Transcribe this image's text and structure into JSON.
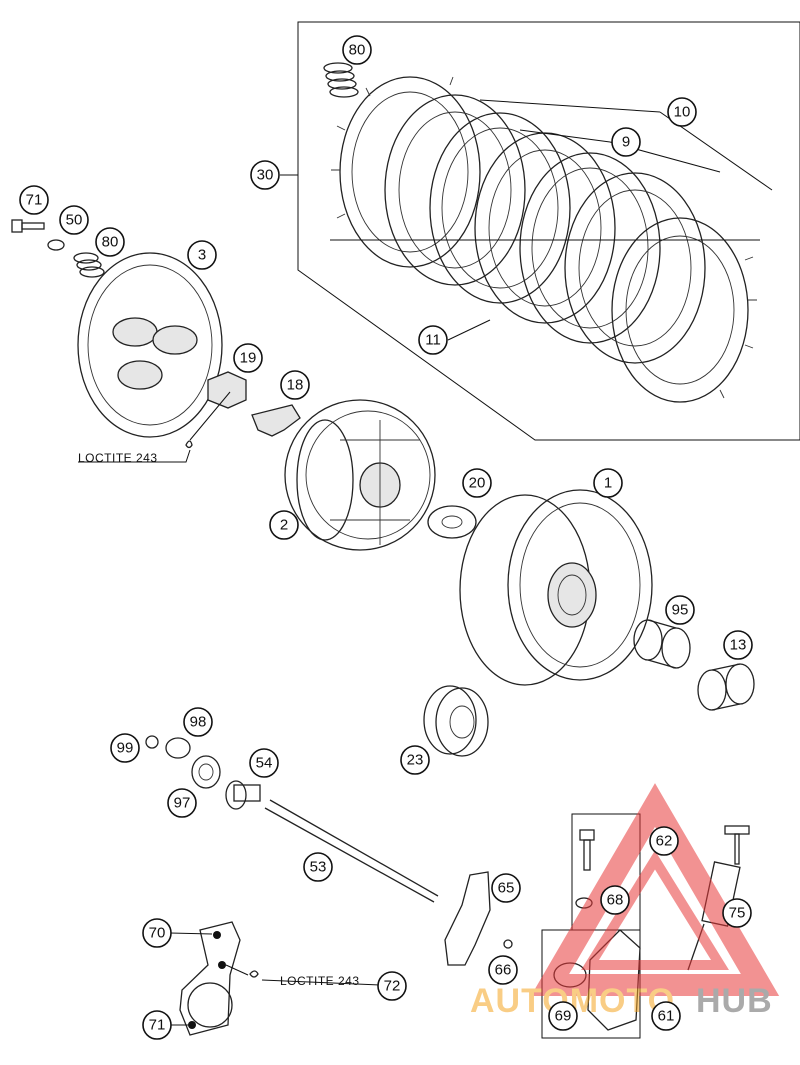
{
  "callouts": [
    {
      "id": "c80a",
      "label": "80"
    },
    {
      "id": "c10",
      "label": "10"
    },
    {
      "id": "c9",
      "label": "9"
    },
    {
      "id": "c30",
      "label": "30"
    },
    {
      "id": "c11",
      "label": "11"
    },
    {
      "id": "c71a",
      "label": "71"
    },
    {
      "id": "c50",
      "label": "50"
    },
    {
      "id": "c80b",
      "label": "80"
    },
    {
      "id": "c3",
      "label": "3"
    },
    {
      "id": "c19",
      "label": "19"
    },
    {
      "id": "c18",
      "label": "18"
    },
    {
      "id": "c2",
      "label": "2"
    },
    {
      "id": "c20",
      "label": "20"
    },
    {
      "id": "c1",
      "label": "1"
    },
    {
      "id": "c95",
      "label": "95"
    },
    {
      "id": "c13",
      "label": "13"
    },
    {
      "id": "c98",
      "label": "98"
    },
    {
      "id": "c99",
      "label": "99"
    },
    {
      "id": "c54",
      "label": "54"
    },
    {
      "id": "c97",
      "label": "97"
    },
    {
      "id": "c23",
      "label": "23"
    },
    {
      "id": "c53",
      "label": "53"
    },
    {
      "id": "c62",
      "label": "62"
    },
    {
      "id": "c68",
      "label": "68"
    },
    {
      "id": "c75",
      "label": "75"
    },
    {
      "id": "c65",
      "label": "65"
    },
    {
      "id": "c70",
      "label": "70"
    },
    {
      "id": "c72",
      "label": "72"
    },
    {
      "id": "c66",
      "label": "66"
    },
    {
      "id": "c69",
      "label": "69"
    },
    {
      "id": "c61",
      "label": "61"
    },
    {
      "id": "c71b",
      "label": "71"
    }
  ],
  "notes": {
    "loctite_top": "LOCTITE 243",
    "loctite_bottom": "LOCTITE 243"
  },
  "watermark": {
    "part1": "AUTOMOTO",
    "part2": "HUB",
    "color_primary": "#e83a3a",
    "color_accent": "#f5a623",
    "color_dark": "#555555"
  }
}
